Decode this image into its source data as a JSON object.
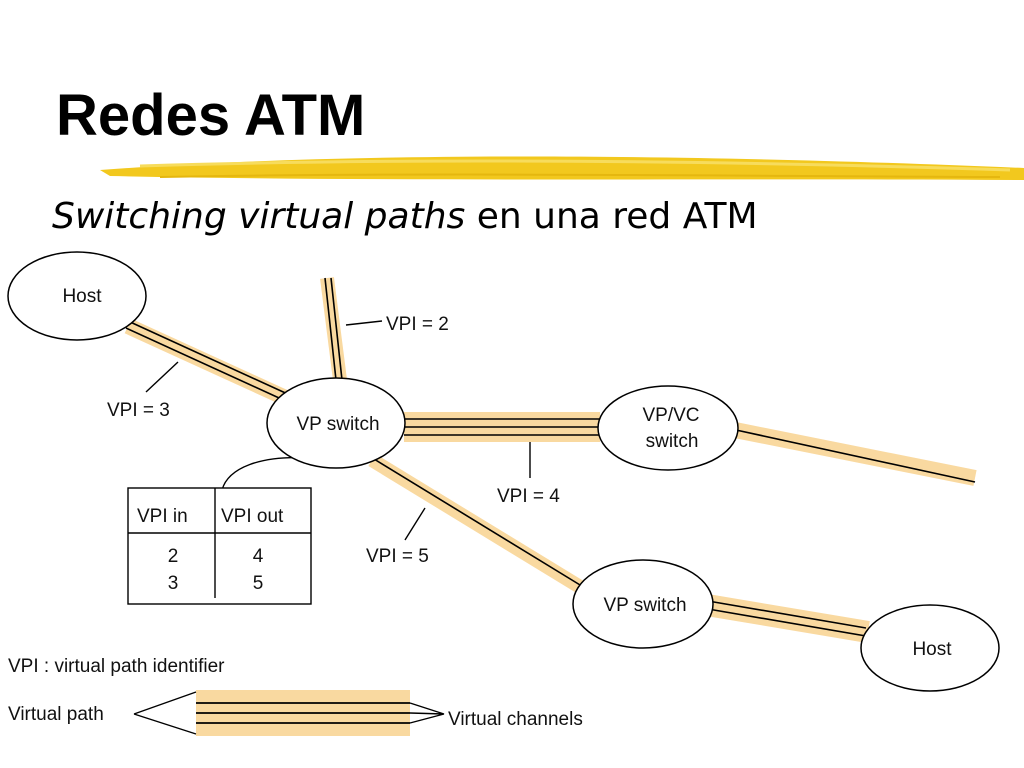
{
  "slide": {
    "title": "Redes ATM",
    "subtitle_italic": "Switching virtual paths",
    "subtitle_rest": " en una red ATM"
  },
  "nodes": {
    "host_top": "Host",
    "vp_switch_1": "VP switch",
    "vpvc_switch_line1": "VP/VC",
    "vpvc_switch_line2": "switch",
    "vp_switch_2": "VP switch",
    "host_bottom": "Host"
  },
  "path_labels": {
    "vpi2": "VPI = 2",
    "vpi3": "VPI = 3",
    "vpi4": "VPI = 4",
    "vpi5": "VPI = 5"
  },
  "table": {
    "headers": [
      "VPI in",
      "VPI out"
    ],
    "rows": [
      [
        "2",
        "4"
      ],
      [
        "3",
        "5"
      ]
    ]
  },
  "legend": {
    "definition": "VPI : virtual path identifier",
    "virtual_path": "Virtual path",
    "virtual_channels": "Virtual channels"
  },
  "colors": {
    "path_fill": "#f9d9a0",
    "accent_brush": "#f2c81e",
    "line": "#000000"
  }
}
